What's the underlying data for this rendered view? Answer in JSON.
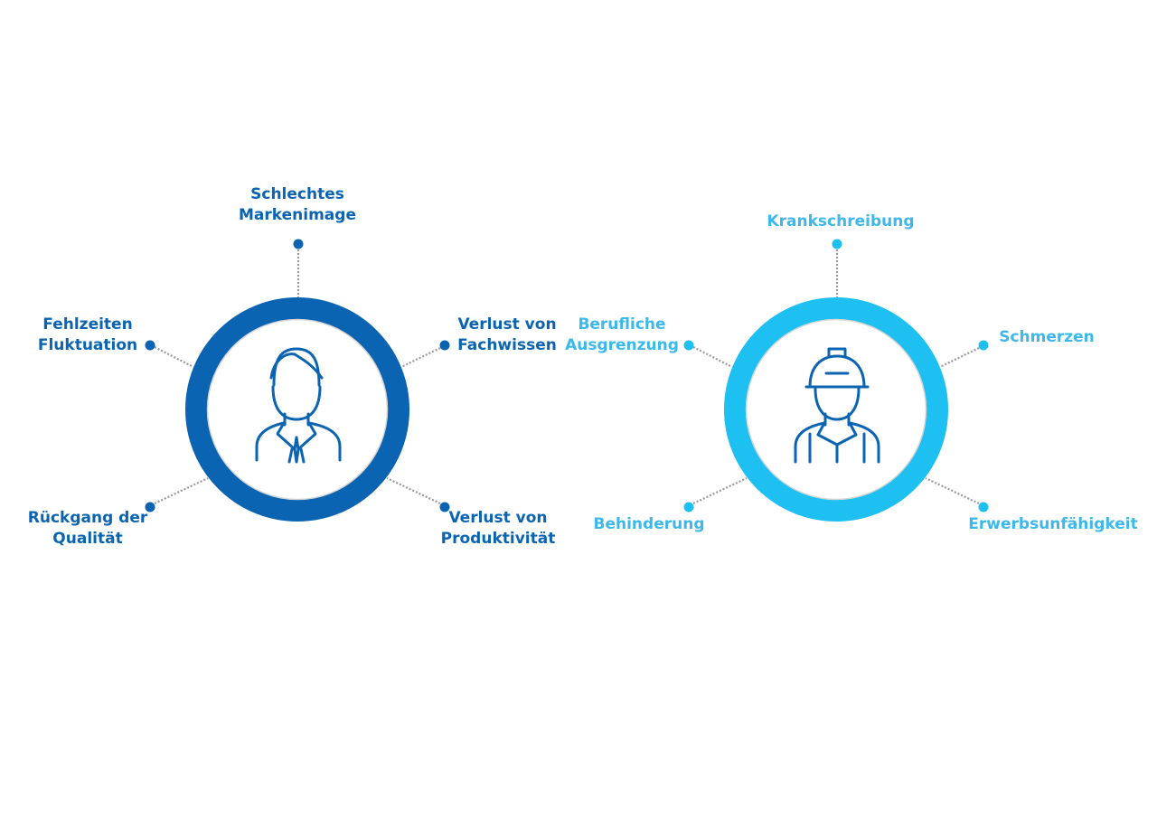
{
  "colors": {
    "employer": "#0b64b2",
    "employee": "#1ec0f2",
    "employee_text": "#3cb8ea",
    "connector": "#999999",
    "inner_border": "#d4d4d4"
  },
  "employer": {
    "icon": "office-worker-icon",
    "labels": {
      "top": [
        "Schlechtes",
        "Markenimage"
      ],
      "upper_left": [
        "Fehlzeiten",
        "Fluktuation"
      ],
      "upper_right": [
        "Verlust von",
        "Fachwissen"
      ],
      "lower_left": [
        "Rückgang der",
        "Qualität"
      ],
      "lower_right": [
        "Verlust von",
        "Produktivität"
      ]
    }
  },
  "employee": {
    "icon": "construction-worker-icon",
    "labels": {
      "top": [
        "Krankschreibung"
      ],
      "upper_left": [
        "Berufliche",
        "Ausgrenzung"
      ],
      "upper_right": [
        "Schmerzen"
      ],
      "lower_left": [
        "Behinderung"
      ],
      "lower_right": [
        "Erwerbsunfähigkeit"
      ]
    }
  }
}
